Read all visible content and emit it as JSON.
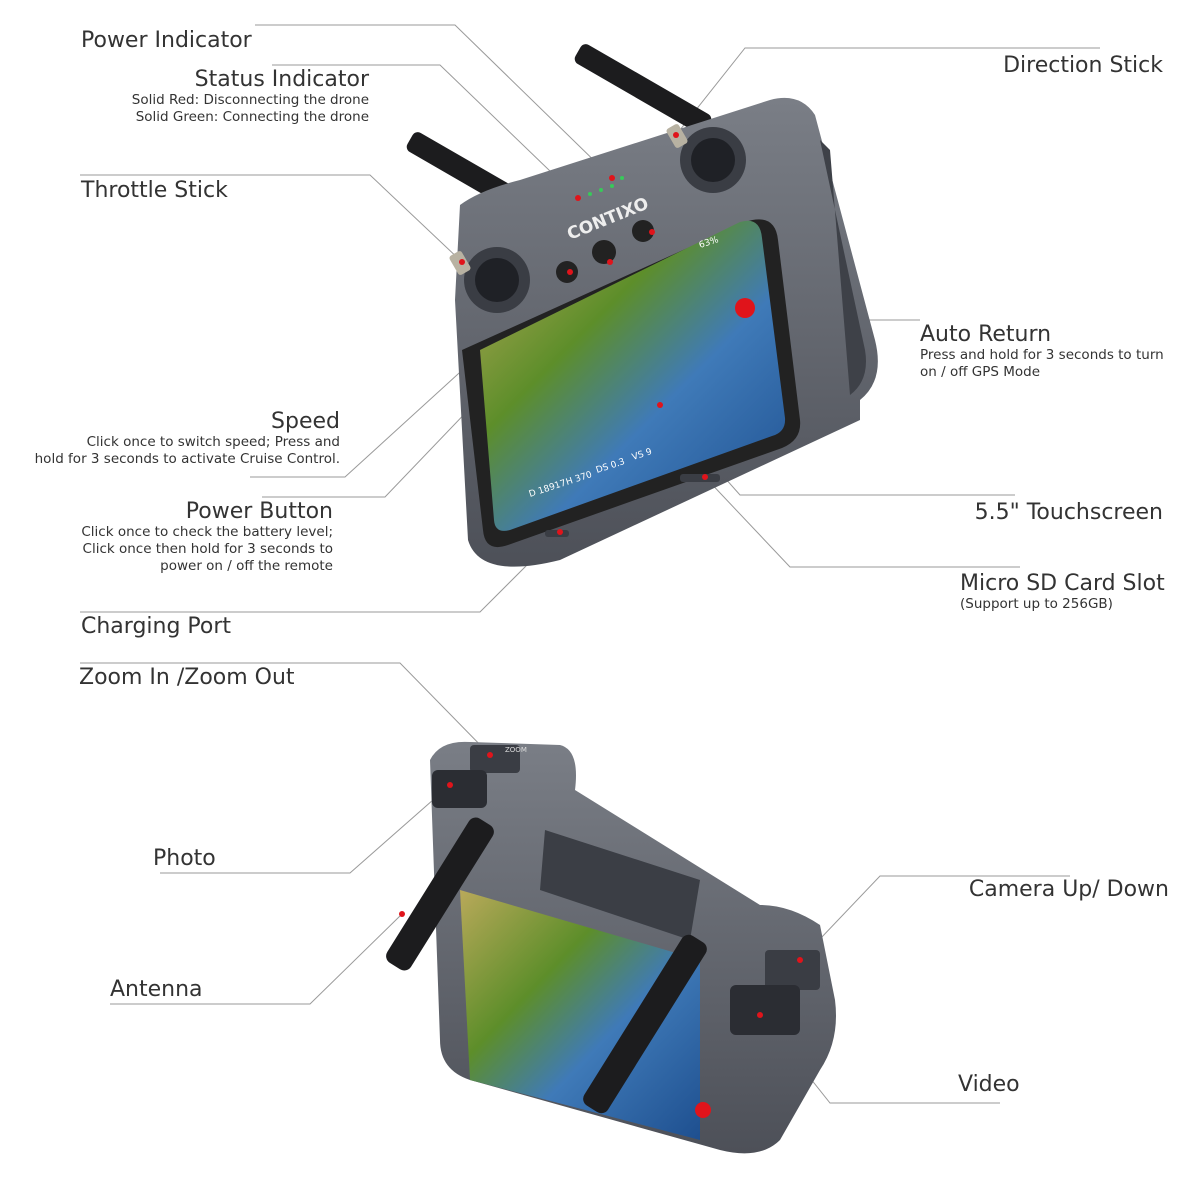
{
  "brand": "CONTIXO",
  "labels": {
    "power_indicator": {
      "title": "Power Indicator"
    },
    "status_indicator": {
      "title": "Status Indicator",
      "lines": [
        "Solid Red: Disconnecting the drone",
        "Solid Green: Connecting the drone"
      ]
    },
    "direction_stick": {
      "title": "Direction Stick"
    },
    "throttle_stick": {
      "title": "Throttle Stick"
    },
    "auto_return": {
      "title": "Auto Return",
      "lines": [
        "Press and hold for 3 seconds to turn",
        "on / off GPS Mode"
      ]
    },
    "speed": {
      "title": "Speed",
      "lines": [
        "Click once to switch speed; Press and",
        "hold for 3 seconds to activate Cruise Control."
      ]
    },
    "power_button": {
      "title": "Power Button",
      "lines": [
        "Click once to check the battery level;",
        "Click once then hold for 3 seconds to",
        "power on / off the remote"
      ]
    },
    "touchscreen": {
      "title": "5.5\" Touchscreen"
    },
    "sd_slot": {
      "title": "Micro SD Card Slot",
      "lines": [
        "(Support up to 256GB)"
      ]
    },
    "charging_port": {
      "title": "Charging Port"
    },
    "zoom": {
      "title": "Zoom In /Zoom Out"
    },
    "photo": {
      "title": "Photo"
    },
    "camera_updown": {
      "title": "Camera Up/ Down"
    },
    "antenna": {
      "title": "Antenna"
    },
    "video": {
      "title": "Video"
    }
  },
  "screen_hud": {
    "d": "D 18917",
    "h": "H 370",
    "ds": "DS 0.3",
    "vs": "VS 9",
    "battery": "63%",
    "zoom_dial": "ZOOM"
  },
  "colors": {
    "body": "#5f636b",
    "marker": "#e0141b",
    "led_green": "#38c95a",
    "line": "#9a9a9a"
  }
}
